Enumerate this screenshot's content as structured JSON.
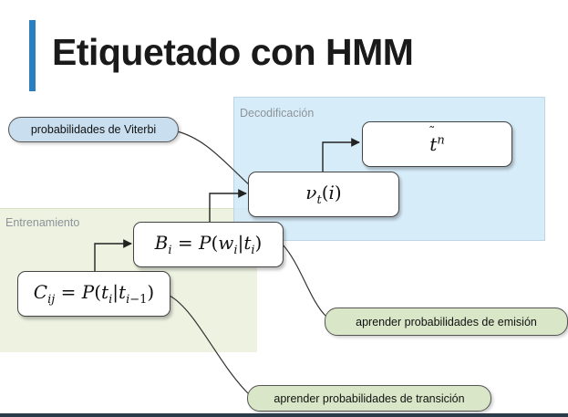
{
  "title": "Etiquetado con HMM",
  "panels": {
    "entrenamiento": "Entrenamiento",
    "decodificacion": "Decodificación"
  },
  "nodes": {
    "transition": "C_ij = P(t_i | t_{i-1})",
    "emission": "B_i = P(w_i | t_i)",
    "viterbi": "ν_t(i)",
    "output": "t̃^n"
  },
  "labels": {
    "viterbi": "probabilidades de Viterbi",
    "emission": "aprender probabilidades de emisión",
    "transition": "aprender probabilidades de transición"
  },
  "colors": {
    "accent": "#2a7fc1",
    "training_panel": "#edf2e1",
    "decoding_panel": "#d0e9f8",
    "label_blue": "#c9deef",
    "label_green": "#d9e7c8"
  }
}
